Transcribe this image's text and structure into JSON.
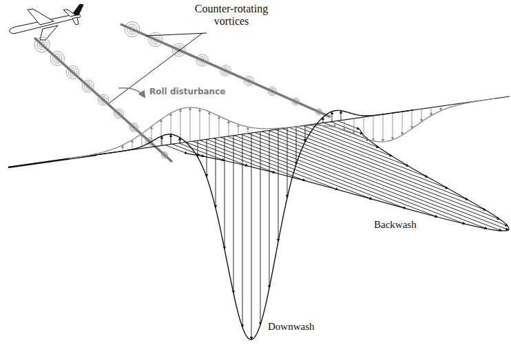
{
  "diagram": {
    "labels": [
      "Counter-rotating vortices",
      "Roll disturbance",
      "Backwash",
      "Downwash"
    ]
  }
}
